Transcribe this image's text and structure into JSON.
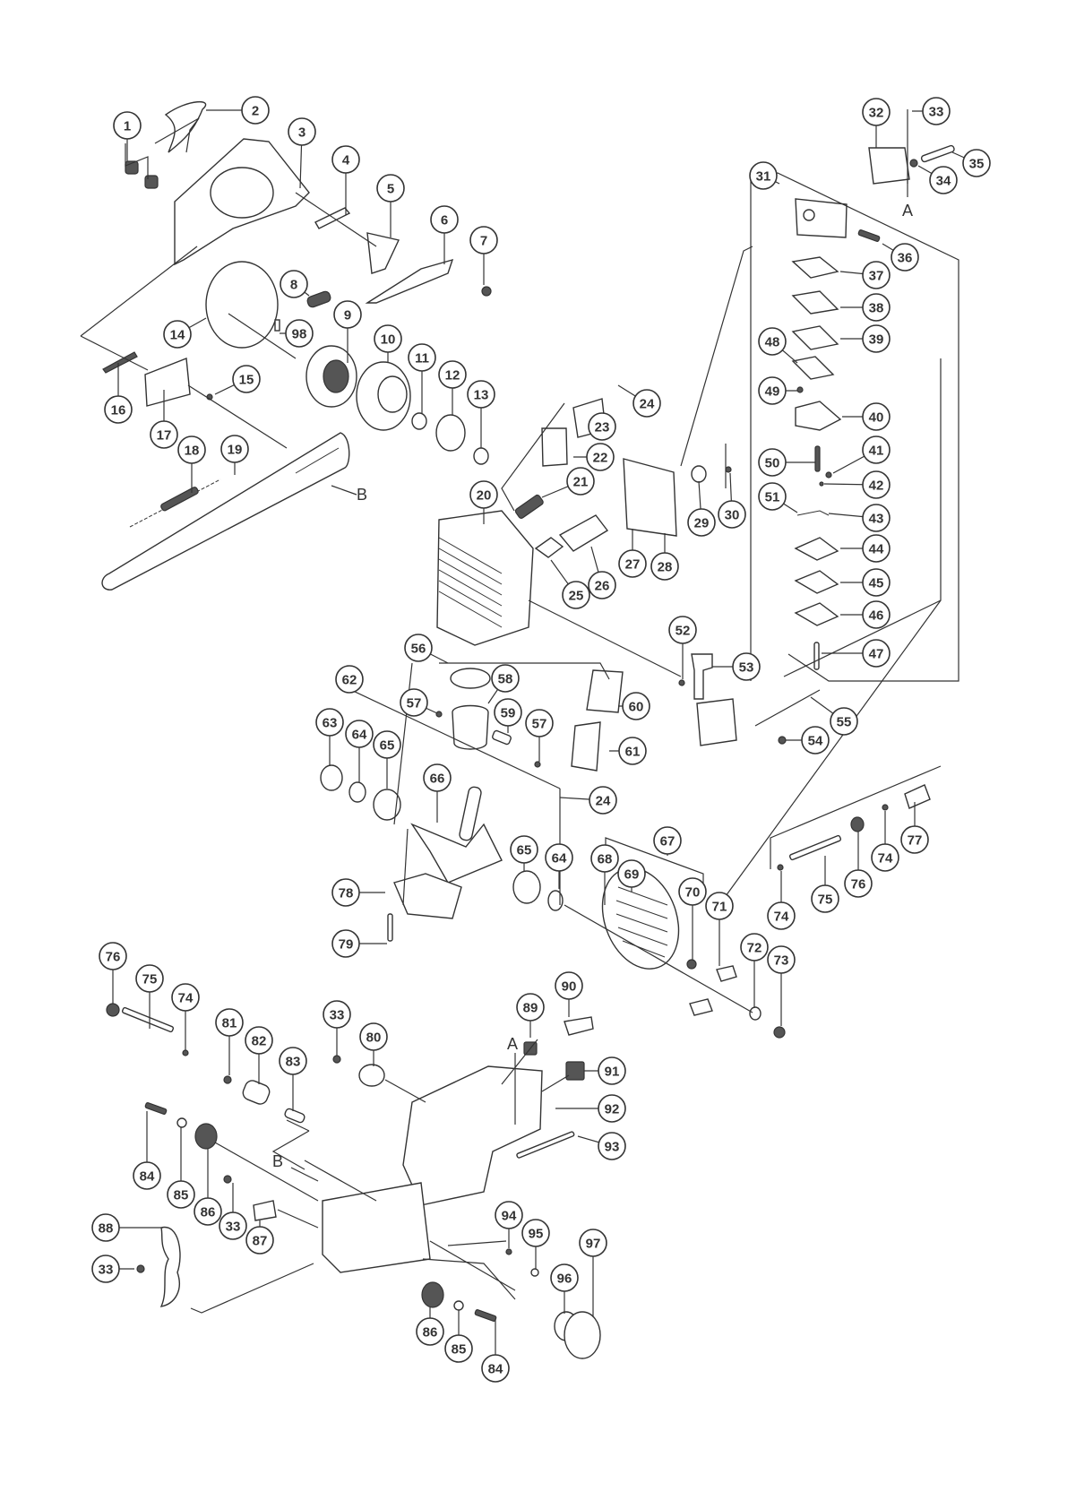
{
  "diagram": {
    "type": "exploded-parts-diagram",
    "subject": "chainsaw",
    "reference_letters": [
      "A",
      "A",
      "B",
      "B"
    ],
    "callouts": [
      {
        "id": "c1",
        "label": "1"
      },
      {
        "id": "c2",
        "label": "2"
      },
      {
        "id": "c3",
        "label": "3"
      },
      {
        "id": "c4",
        "label": "4"
      },
      {
        "id": "c5",
        "label": "5"
      },
      {
        "id": "c6",
        "label": "6"
      },
      {
        "id": "c7",
        "label": "7"
      },
      {
        "id": "c8",
        "label": "8"
      },
      {
        "id": "c9",
        "label": "9"
      },
      {
        "id": "c10",
        "label": "10"
      },
      {
        "id": "c11",
        "label": "11"
      },
      {
        "id": "c12",
        "label": "12"
      },
      {
        "id": "c13",
        "label": "13"
      },
      {
        "id": "c14",
        "label": "14"
      },
      {
        "id": "c15",
        "label": "15"
      },
      {
        "id": "c16",
        "label": "16"
      },
      {
        "id": "c17",
        "label": "17"
      },
      {
        "id": "c18",
        "label": "18"
      },
      {
        "id": "c19",
        "label": "19"
      },
      {
        "id": "c20",
        "label": "20"
      },
      {
        "id": "c21",
        "label": "21"
      },
      {
        "id": "c22",
        "label": "22"
      },
      {
        "id": "c23",
        "label": "23"
      },
      {
        "id": "c24a",
        "label": "24"
      },
      {
        "id": "c25",
        "label": "25"
      },
      {
        "id": "c26",
        "label": "26"
      },
      {
        "id": "c27",
        "label": "27"
      },
      {
        "id": "c28",
        "label": "28"
      },
      {
        "id": "c29",
        "label": "29"
      },
      {
        "id": "c30",
        "label": "30"
      },
      {
        "id": "c31",
        "label": "31"
      },
      {
        "id": "c32",
        "label": "32"
      },
      {
        "id": "c33a",
        "label": "33"
      },
      {
        "id": "c34",
        "label": "34"
      },
      {
        "id": "c35",
        "label": "35"
      },
      {
        "id": "c36",
        "label": "36"
      },
      {
        "id": "c37",
        "label": "37"
      },
      {
        "id": "c38",
        "label": "38"
      },
      {
        "id": "c39",
        "label": "39"
      },
      {
        "id": "c40",
        "label": "40"
      },
      {
        "id": "c41",
        "label": "41"
      },
      {
        "id": "c42",
        "label": "42"
      },
      {
        "id": "c43",
        "label": "43"
      },
      {
        "id": "c44",
        "label": "44"
      },
      {
        "id": "c45",
        "label": "45"
      },
      {
        "id": "c46",
        "label": "46"
      },
      {
        "id": "c47",
        "label": "47"
      },
      {
        "id": "c48",
        "label": "48"
      },
      {
        "id": "c49",
        "label": "49"
      },
      {
        "id": "c50",
        "label": "50"
      },
      {
        "id": "c51",
        "label": "51"
      },
      {
        "id": "c52",
        "label": "52"
      },
      {
        "id": "c53",
        "label": "53"
      },
      {
        "id": "c54",
        "label": "54"
      },
      {
        "id": "c55",
        "label": "55"
      },
      {
        "id": "c56",
        "label": "56"
      },
      {
        "id": "c57a",
        "label": "57"
      },
      {
        "id": "c57b",
        "label": "57"
      },
      {
        "id": "c58",
        "label": "58"
      },
      {
        "id": "c59",
        "label": "59"
      },
      {
        "id": "c60",
        "label": "60"
      },
      {
        "id": "c61",
        "label": "61"
      },
      {
        "id": "c24b",
        "label": "24"
      },
      {
        "id": "c62",
        "label": "62"
      },
      {
        "id": "c63",
        "label": "63"
      },
      {
        "id": "c64a",
        "label": "64"
      },
      {
        "id": "c65a",
        "label": "65"
      },
      {
        "id": "c66",
        "label": "66"
      },
      {
        "id": "c65b",
        "label": "65"
      },
      {
        "id": "c64b",
        "label": "64"
      },
      {
        "id": "c67",
        "label": "67"
      },
      {
        "id": "c68",
        "label": "68"
      },
      {
        "id": "c69",
        "label": "69"
      },
      {
        "id": "c70",
        "label": "70"
      },
      {
        "id": "c71",
        "label": "71"
      },
      {
        "id": "c72",
        "label": "72"
      },
      {
        "id": "c73",
        "label": "73"
      },
      {
        "id": "c74a",
        "label": "74"
      },
      {
        "id": "c75a",
        "label": "75"
      },
      {
        "id": "c76a",
        "label": "76"
      },
      {
        "id": "c74b",
        "label": "74"
      },
      {
        "id": "c77",
        "label": "77"
      },
      {
        "id": "c78",
        "label": "78"
      },
      {
        "id": "c79",
        "label": "79"
      },
      {
        "id": "c76b",
        "label": "76"
      },
      {
        "id": "c75b",
        "label": "75"
      },
      {
        "id": "c74c",
        "label": "74"
      },
      {
        "id": "c81",
        "label": "81"
      },
      {
        "id": "c82",
        "label": "82"
      },
      {
        "id": "c83",
        "label": "83"
      },
      {
        "id": "c33b",
        "label": "33"
      },
      {
        "id": "c80",
        "label": "80"
      },
      {
        "id": "c89",
        "label": "89"
      },
      {
        "id": "c90",
        "label": "90"
      },
      {
        "id": "c91",
        "label": "91"
      },
      {
        "id": "c92",
        "label": "92"
      },
      {
        "id": "c93",
        "label": "93"
      },
      {
        "id": "c84a",
        "label": "84"
      },
      {
        "id": "c85a",
        "label": "85"
      },
      {
        "id": "c86a",
        "label": "86"
      },
      {
        "id": "c33c",
        "label": "33"
      },
      {
        "id": "c87",
        "label": "87"
      },
      {
        "id": "c88",
        "label": "88"
      },
      {
        "id": "c33d",
        "label": "33"
      },
      {
        "id": "c94",
        "label": "94"
      },
      {
        "id": "c95",
        "label": "95"
      },
      {
        "id": "c96",
        "label": "96"
      },
      {
        "id": "c97",
        "label": "97"
      },
      {
        "id": "c86b",
        "label": "86"
      },
      {
        "id": "c85b",
        "label": "85"
      },
      {
        "id": "c84b",
        "label": "84"
      },
      {
        "id": "c98",
        "label": "98"
      }
    ]
  }
}
